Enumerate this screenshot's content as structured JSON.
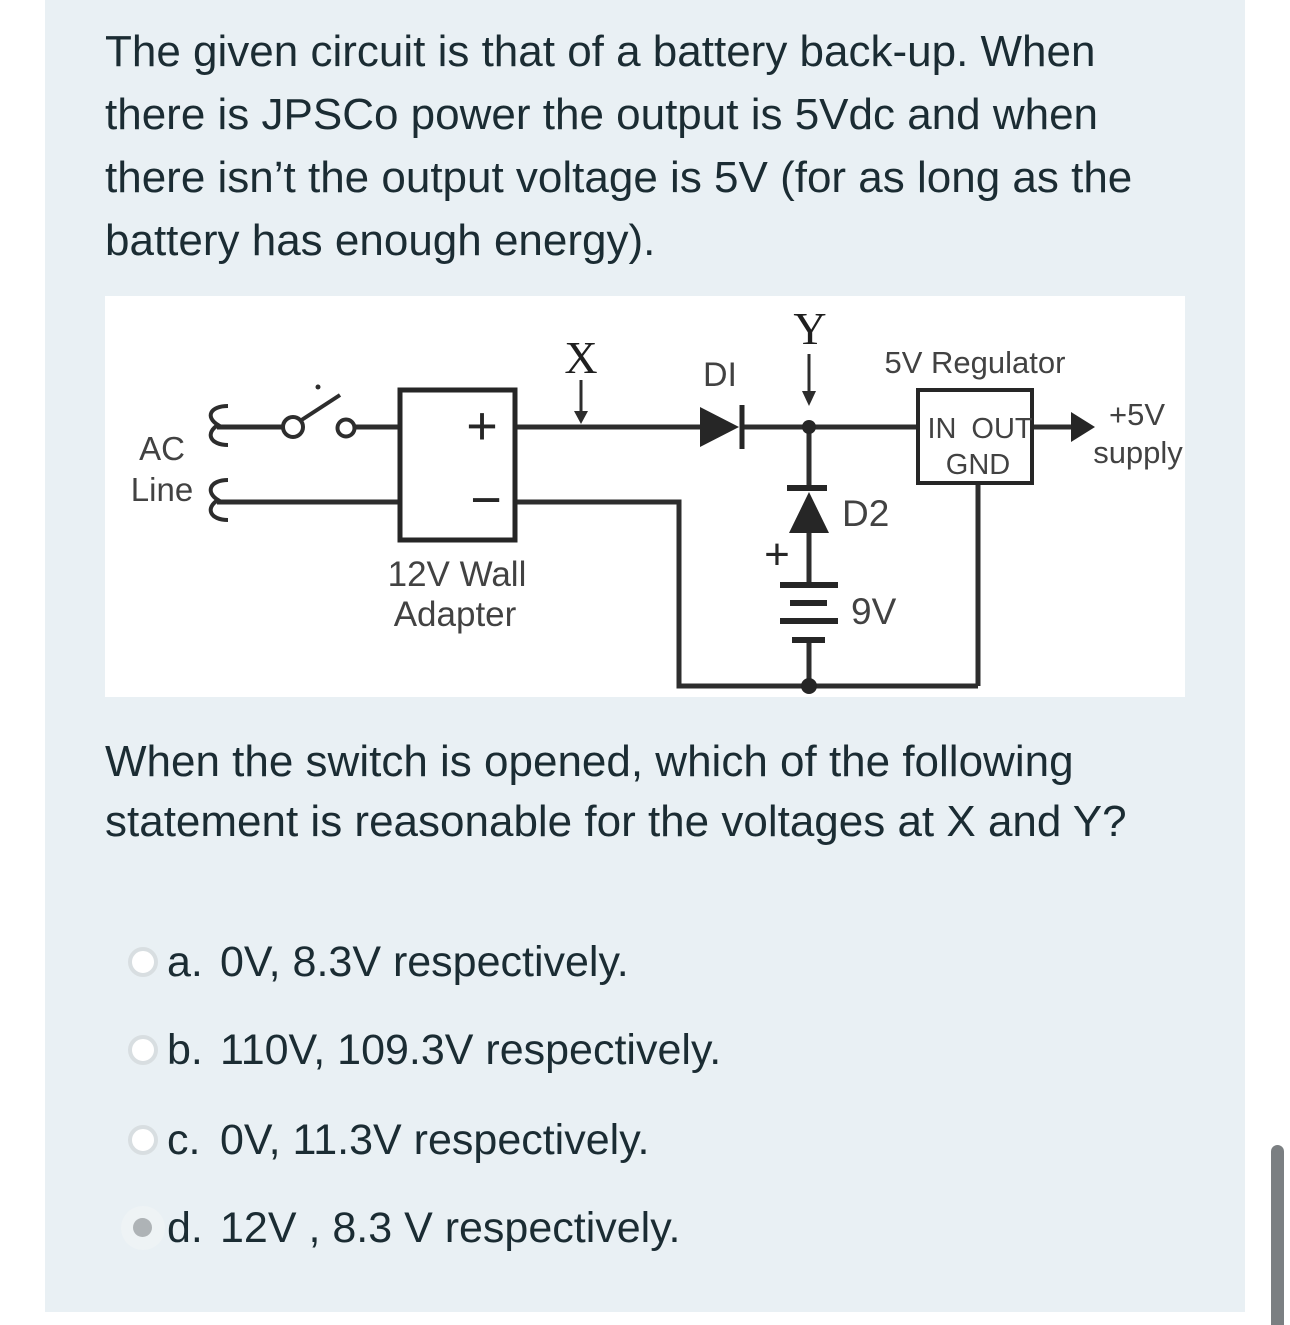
{
  "page": {
    "background": "#ffffff",
    "panel_bg": "#e9f0f4",
    "text_color": "#1b2c33",
    "scrollbar_color": "#7b7f82"
  },
  "question": {
    "intro_lines": [
      "The given circuit is that of a battery back-up. When",
      "there is JPSCo power the output is 5Vdc and when",
      "there isn’t the output voltage is 5V (for as long as the",
      "battery has enough energy)."
    ],
    "prompt_lines": [
      "When the switch is opened, which of the following",
      "statement is reasonable for the voltages at X and Y?"
    ]
  },
  "circuit": {
    "ac_label_1": "AC",
    "ac_label_2": "Line",
    "adapter_plus": "+",
    "adapter_minus": "−",
    "adapter_caption_1": "12V Wall",
    "adapter_caption_2": "Adapter",
    "node_x": "X",
    "node_y": "Y",
    "diode1_label": "DI",
    "diode2_label": "D2",
    "battery_plus": "+",
    "battery_label": "9V",
    "regulator_title": "5V Regulator",
    "regulator_in": "IN",
    "regulator_out": "OUT",
    "regulator_gnd": "GND",
    "output_line_1": "+5V",
    "output_line_2": "supply"
  },
  "options": [
    {
      "key": "a.",
      "text": "0V, 8.3V respectively.",
      "selected": false
    },
    {
      "key": "b.",
      "text": "110V, 109.3V respectively.",
      "selected": false
    },
    {
      "key": "c.",
      "text": "0V, 11.3V respectively.",
      "selected": false
    },
    {
      "key": "d.",
      "text": "12V , 8.3 V respectively.",
      "selected": true
    }
  ]
}
